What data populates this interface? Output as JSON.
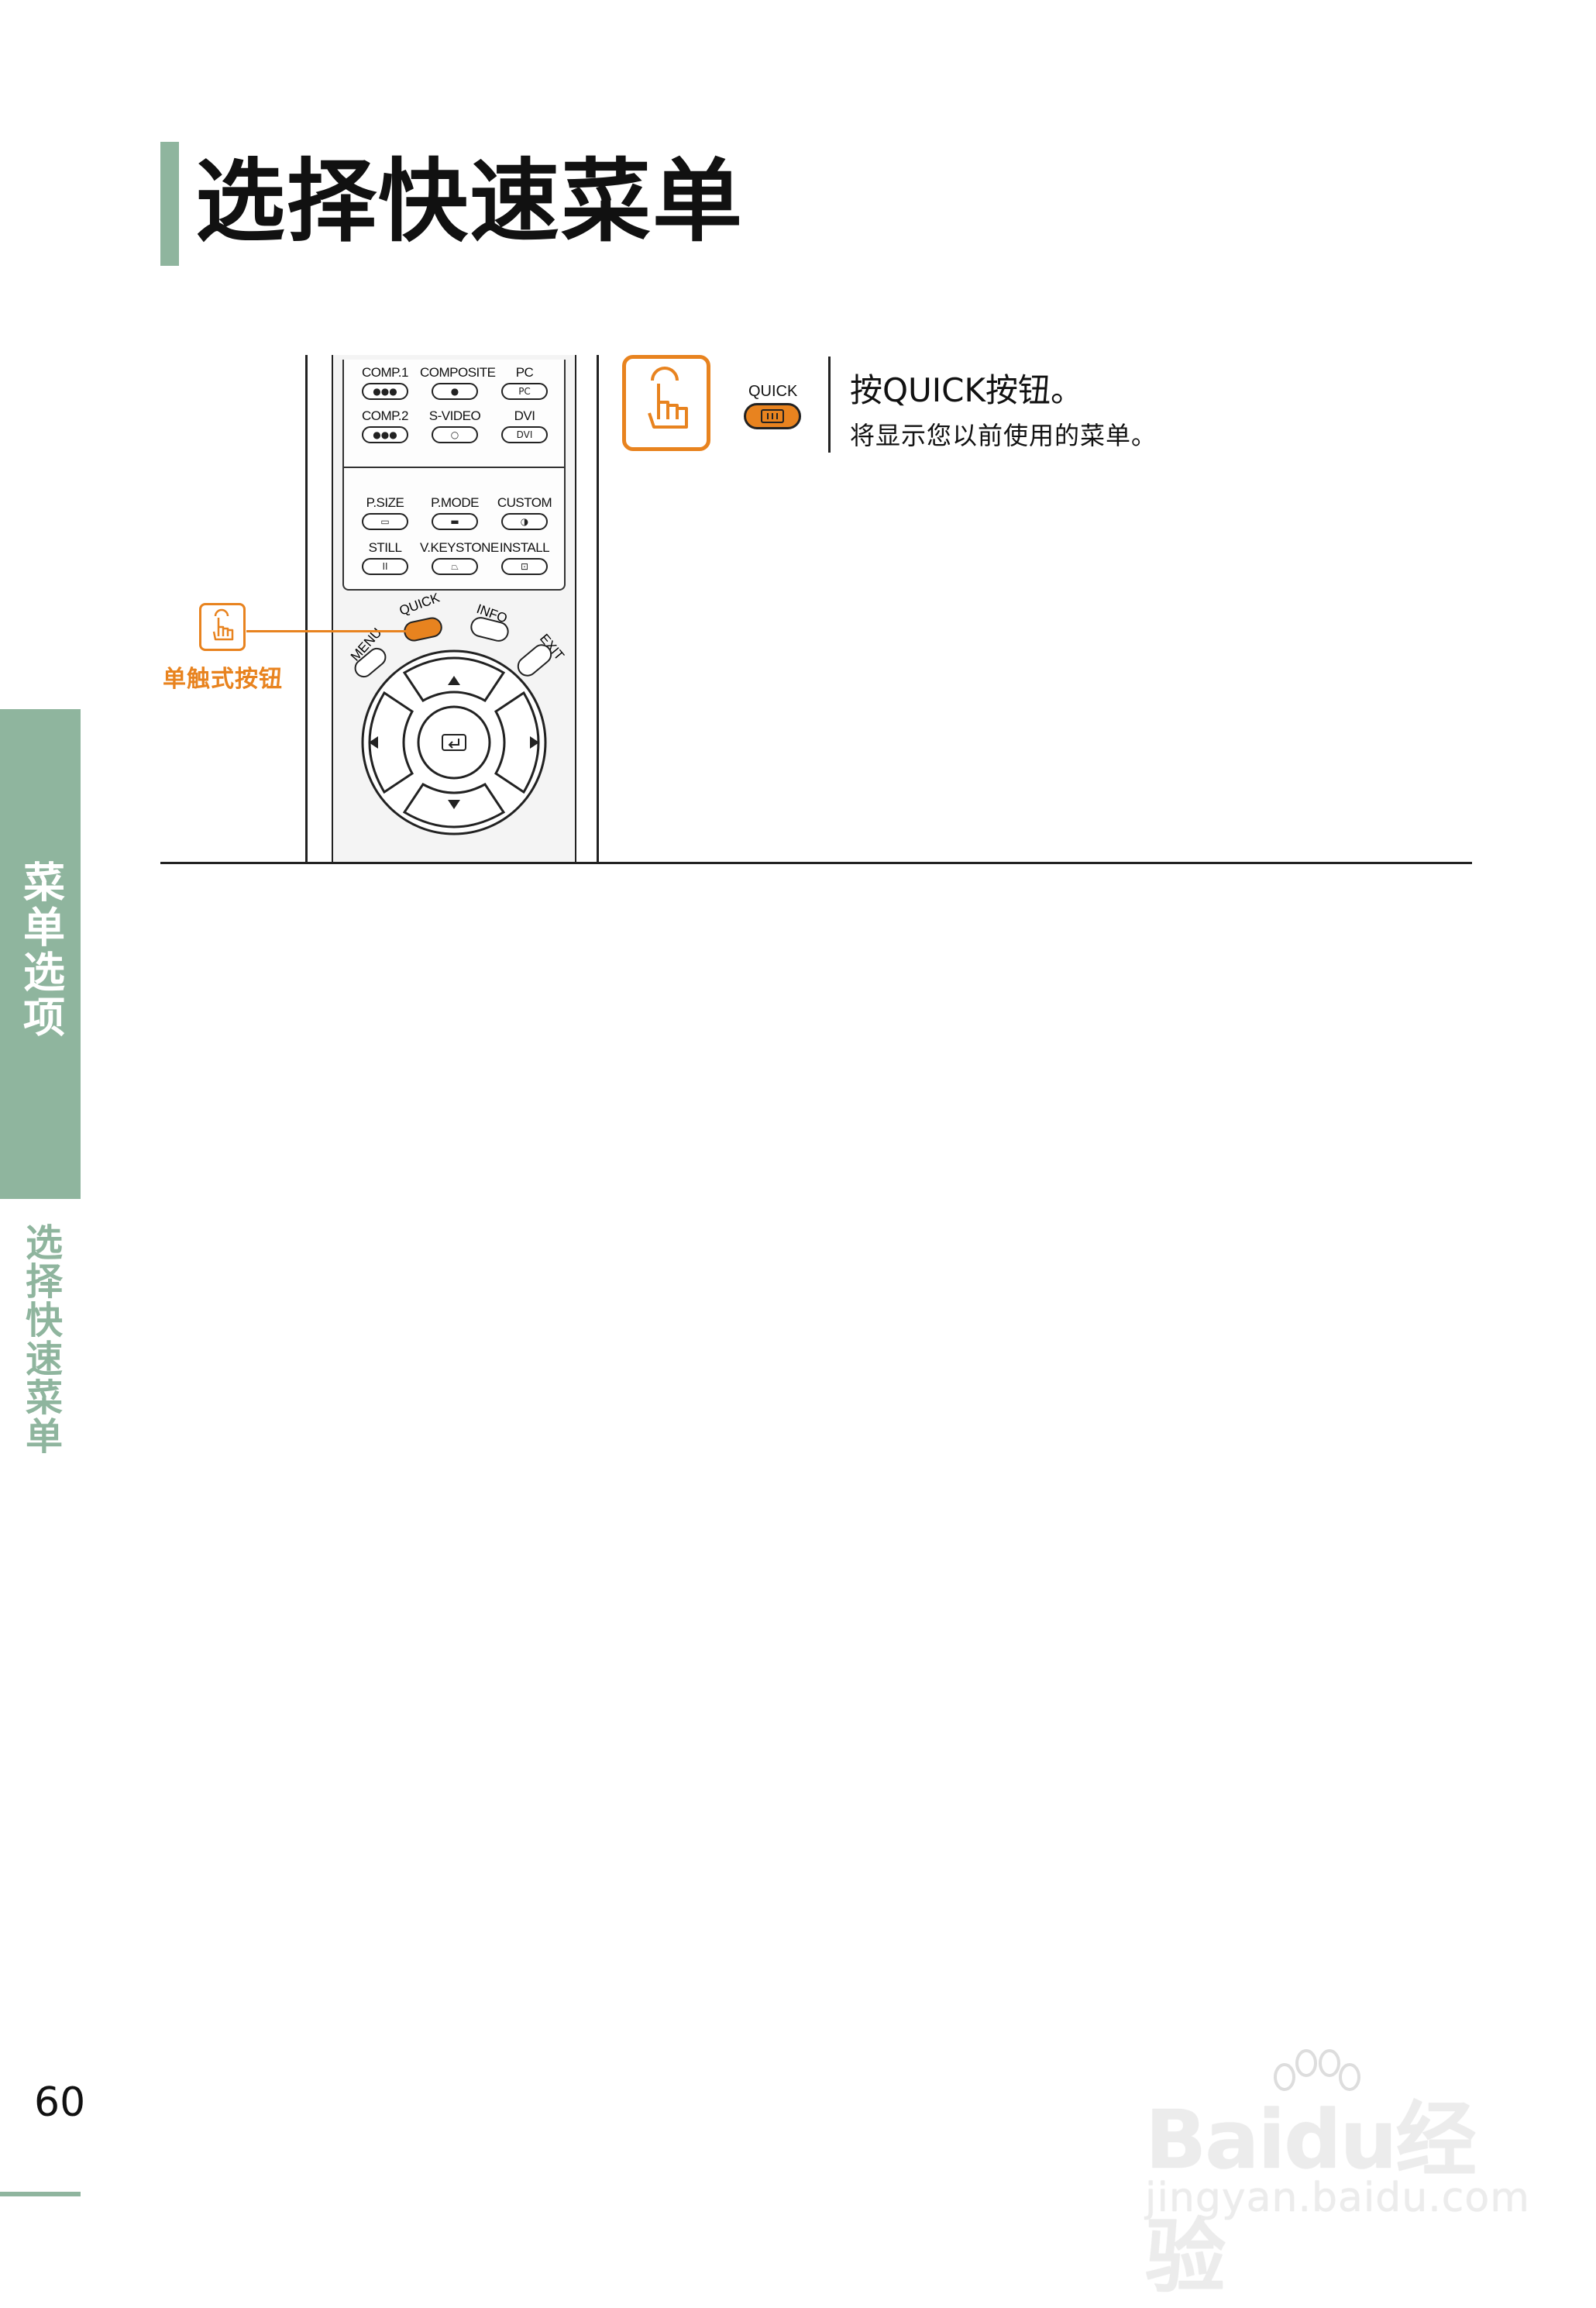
{
  "page": {
    "title": "选择快速菜单",
    "side_tab": "菜单选项",
    "side_subtitle": "选择快速菜单",
    "page_number": "60"
  },
  "remote": {
    "rows": [
      [
        {
          "label": "COMP.1",
          "icon": "●●●"
        },
        {
          "label": "COMPOSITE",
          "icon": "●"
        },
        {
          "label": "PC",
          "icon": "PC"
        }
      ],
      [
        {
          "label": "COMP.2",
          "icon": "●●●"
        },
        {
          "label": "S-VIDEO",
          "icon": "○"
        },
        {
          "label": "DVI",
          "icon": "DVI"
        }
      ],
      [
        {
          "label": "P.SIZE",
          "icon": "▭"
        },
        {
          "label": "P.MODE",
          "icon": "▬"
        },
        {
          "label": "CUSTOM",
          "icon": "◑"
        }
      ],
      [
        {
          "label": "STILL",
          "icon": "II"
        },
        {
          "label": "V.KEYSTONE",
          "icon": "⏢"
        },
        {
          "label": "INSTALL",
          "icon": "⊡"
        }
      ]
    ],
    "quick_label": "QUICK",
    "info_label": "INFO",
    "menu_label": "MENU",
    "exit_label": "EXIT"
  },
  "callout": {
    "label": "单触式按钮"
  },
  "instruction": {
    "button_label": "QUICK",
    "title": "按QUICK按钮。",
    "subtitle": "将显示您以前使用的菜单。"
  },
  "watermark": {
    "main": "Baidu经验",
    "sub": "jingyan.baidu.com"
  },
  "colors": {
    "accent_green": "#8fb59e",
    "accent_orange": "#e8831f"
  }
}
